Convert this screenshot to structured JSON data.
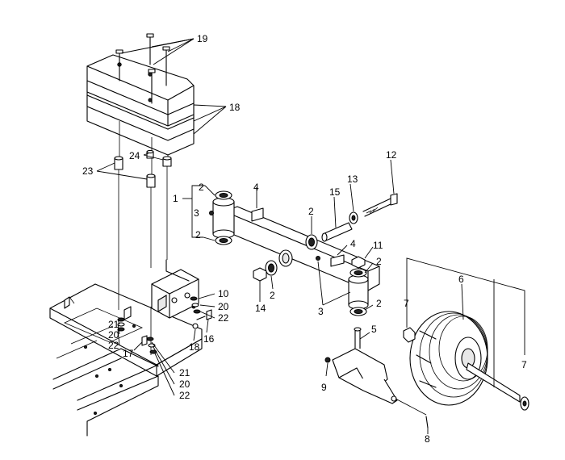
{
  "callouts": [
    {
      "id": "c19",
      "label": "19"
    },
    {
      "id": "c18a",
      "label": "18"
    },
    {
      "id": "c24",
      "label": "24"
    },
    {
      "id": "c23",
      "label": "23"
    },
    {
      "id": "c1",
      "label": "1"
    },
    {
      "id": "c2a",
      "label": "2"
    },
    {
      "id": "c3a",
      "label": "3"
    },
    {
      "id": "c2b",
      "label": "2"
    },
    {
      "id": "c4a",
      "label": "4"
    },
    {
      "id": "c2c",
      "label": "2"
    },
    {
      "id": "c15",
      "label": "15"
    },
    {
      "id": "c13",
      "label": "13"
    },
    {
      "id": "c12",
      "label": "12"
    },
    {
      "id": "c4b",
      "label": "4"
    },
    {
      "id": "c11",
      "label": "11"
    },
    {
      "id": "c2d",
      "label": "2"
    },
    {
      "id": "c14",
      "label": "14"
    },
    {
      "id": "c2e",
      "label": "2"
    },
    {
      "id": "c3b",
      "label": "3"
    },
    {
      "id": "c2f",
      "label": "2"
    },
    {
      "id": "c6",
      "label": "6"
    },
    {
      "id": "c7a",
      "label": "7"
    },
    {
      "id": "c7b",
      "label": "7"
    },
    {
      "id": "c5",
      "label": "5"
    },
    {
      "id": "c9",
      "label": "9"
    },
    {
      "id": "c8",
      "label": "8"
    },
    {
      "id": "c10",
      "label": "10"
    },
    {
      "id": "c20a",
      "label": "20"
    },
    {
      "id": "c22a",
      "label": "22"
    },
    {
      "id": "c16",
      "label": "16"
    },
    {
      "id": "c18b",
      "label": "18"
    },
    {
      "id": "c21a",
      "label": "21"
    },
    {
      "id": "c20b",
      "label": "20"
    },
    {
      "id": "c22b",
      "label": "22"
    },
    {
      "id": "c17",
      "label": "17"
    },
    {
      "id": "c21b",
      "label": "21"
    },
    {
      "id": "c20c",
      "label": "20"
    },
    {
      "id": "c22c",
      "label": "22"
    }
  ]
}
